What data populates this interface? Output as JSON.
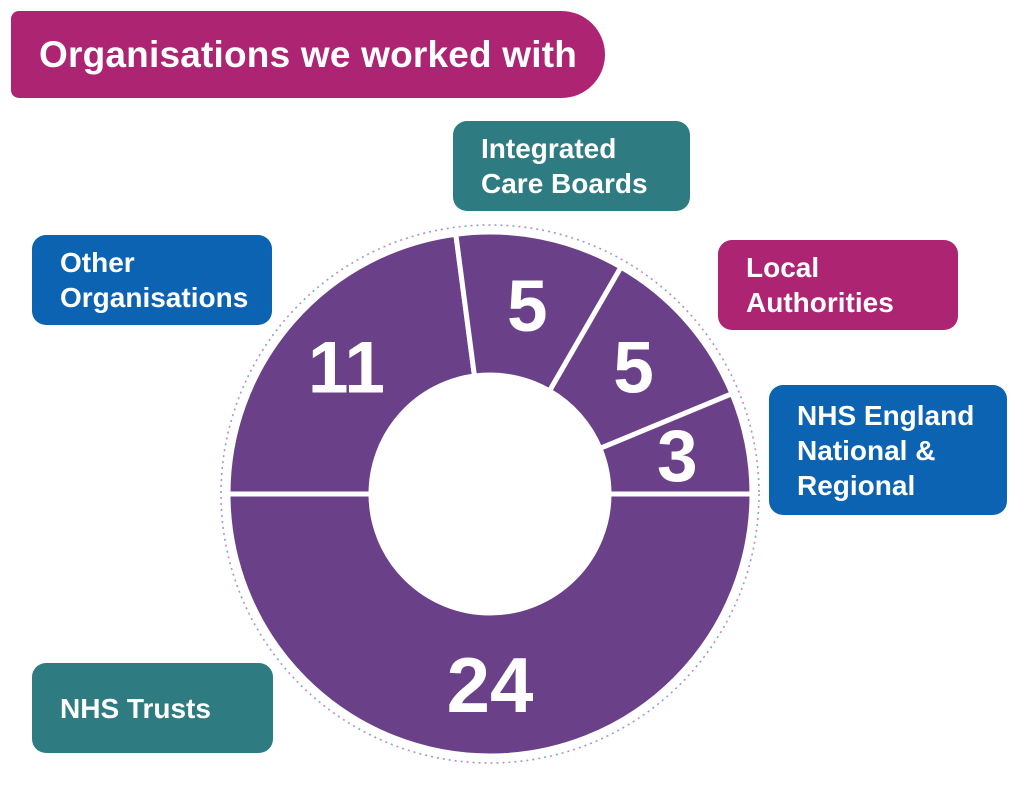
{
  "header": {
    "title": "Organisations we worked with",
    "bg": "#ad2473",
    "text_color": "#ffffff"
  },
  "chart_data": {
    "type": "pie",
    "variant": "donut",
    "title": "Organisations we worked with",
    "total": 48,
    "direction": "clockwise",
    "start_angle_clockwise_from_top_deg": 270,
    "slice_color": "#6a4189",
    "divider_color": "#ffffff",
    "value_label_color": "#ffffff",
    "legend_position": "callout-boxes-around-chart",
    "segments": [
      {
        "label": "Other Organisations",
        "value": 11
      },
      {
        "label": "Integrated Care Boards",
        "value": 5
      },
      {
        "label": "Local Authorities",
        "value": 5
      },
      {
        "label": "NHS England National & Regional",
        "value": 3
      },
      {
        "label": "NHS Trusts",
        "value": 24
      }
    ]
  },
  "callouts": {
    "integrated_care_boards": {
      "label": "Integrated\nCare Boards",
      "bg": "#2e7c81"
    },
    "local_authorities": {
      "label": "Local\nAuthorities",
      "bg": "#ad2473"
    },
    "nhs_england_national_regional": {
      "label": "NHS England\nNational &\nRegional",
      "bg": "#0c63b2"
    },
    "other_organisations": {
      "label": "Other\nOrganisations",
      "bg": "#0c63b2"
    },
    "nhs_trusts": {
      "label": "NHS Trusts",
      "bg": "#2e7c81"
    }
  },
  "decor": {
    "dotted_ring_color_a": "#ad2473",
    "dotted_ring_color_b": "#0c63b2"
  }
}
